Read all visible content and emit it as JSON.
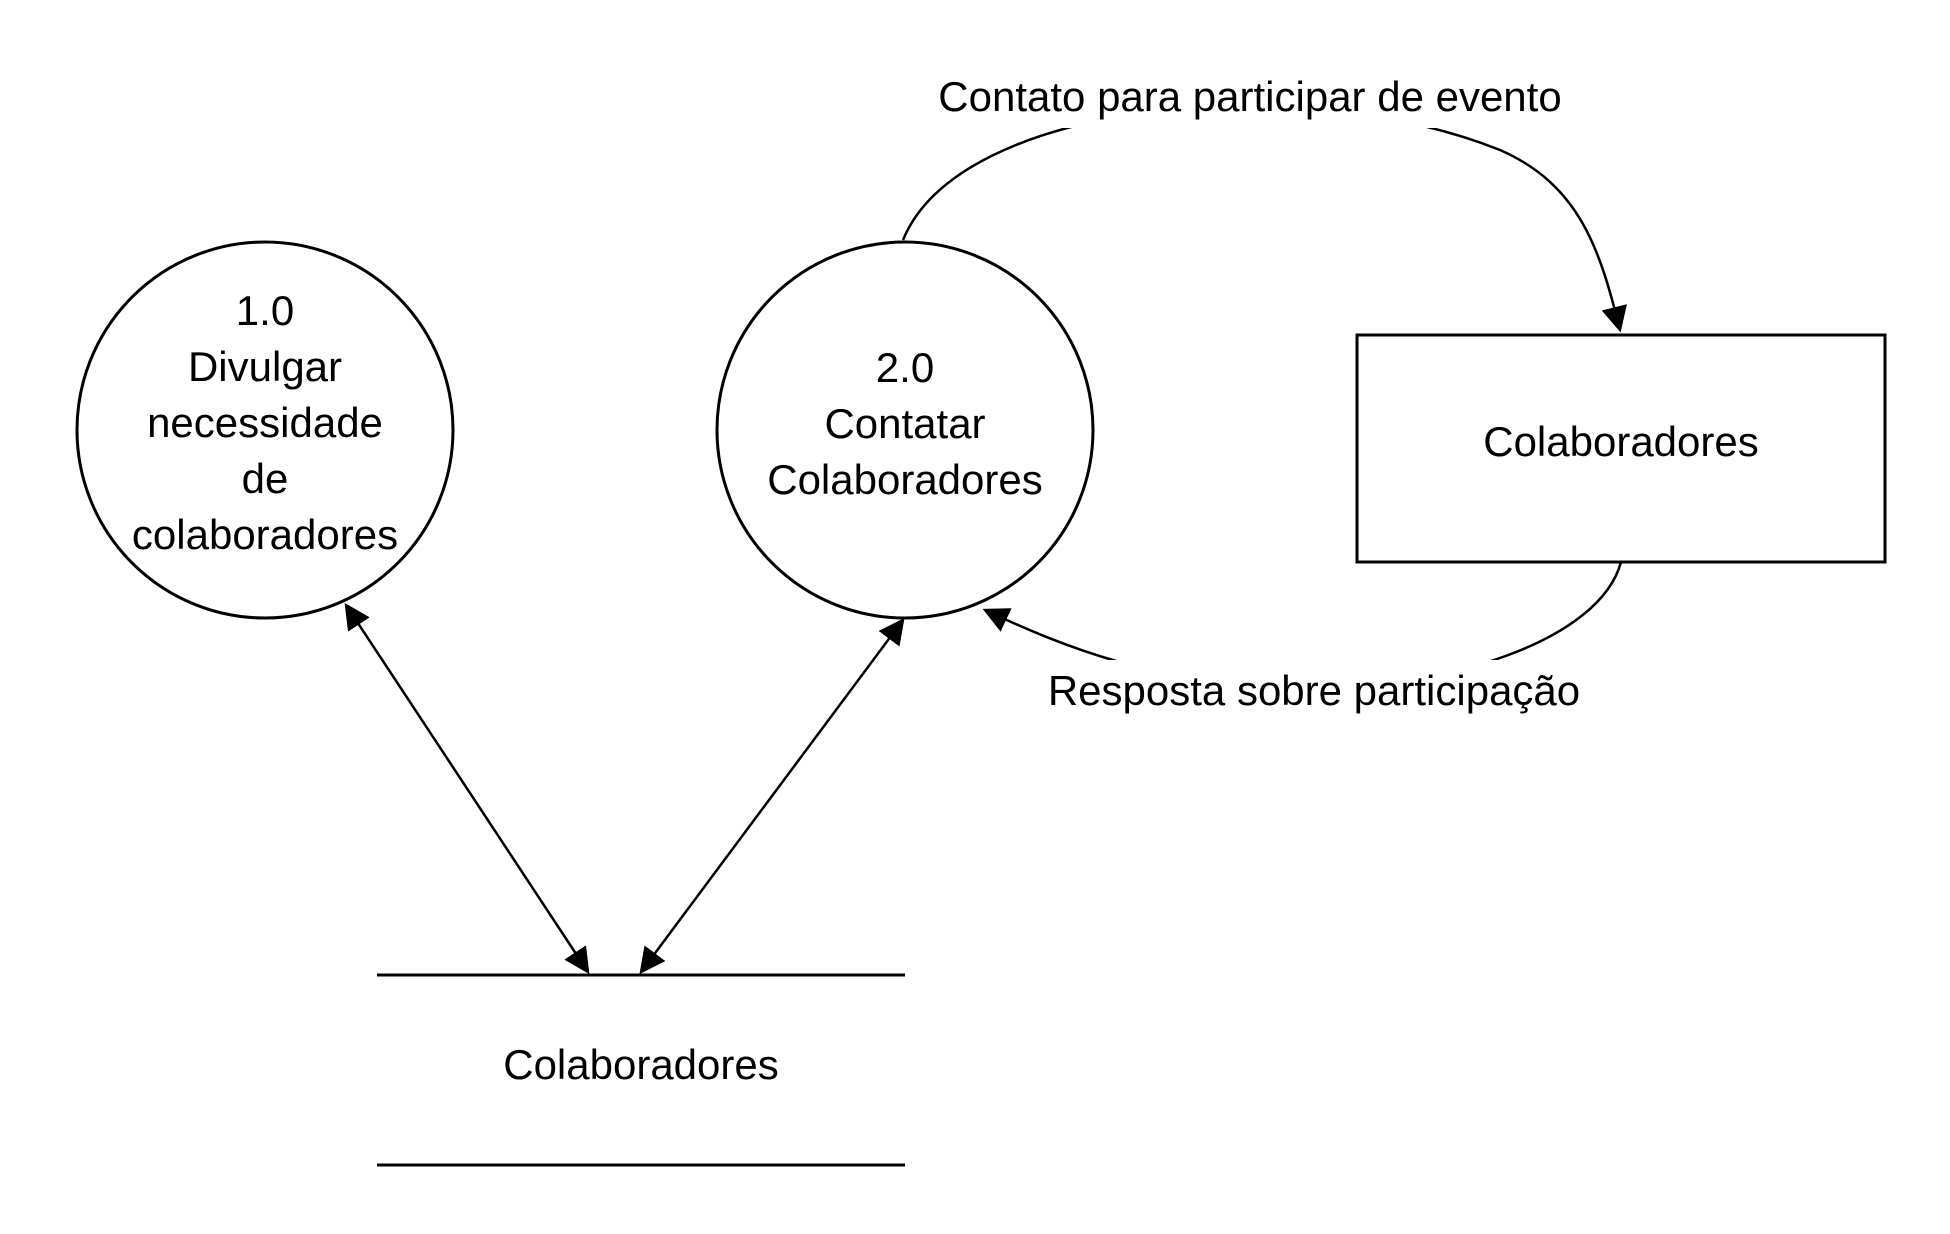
{
  "processes": [
    {
      "id": "p1",
      "number": "1.0",
      "lines": [
        "Divulgar",
        "necessidade",
        "de",
        "colaboradores"
      ]
    },
    {
      "id": "p2",
      "number": "2.0",
      "lines": [
        "Contatar",
        "Colaboradores"
      ]
    }
  ],
  "external_entity": {
    "label": "Colaboradores"
  },
  "data_store": {
    "label": "Colaboradores"
  },
  "flows": {
    "contact_label": "Contato para participar de evento",
    "response_label": "Resposta sobre participação"
  }
}
